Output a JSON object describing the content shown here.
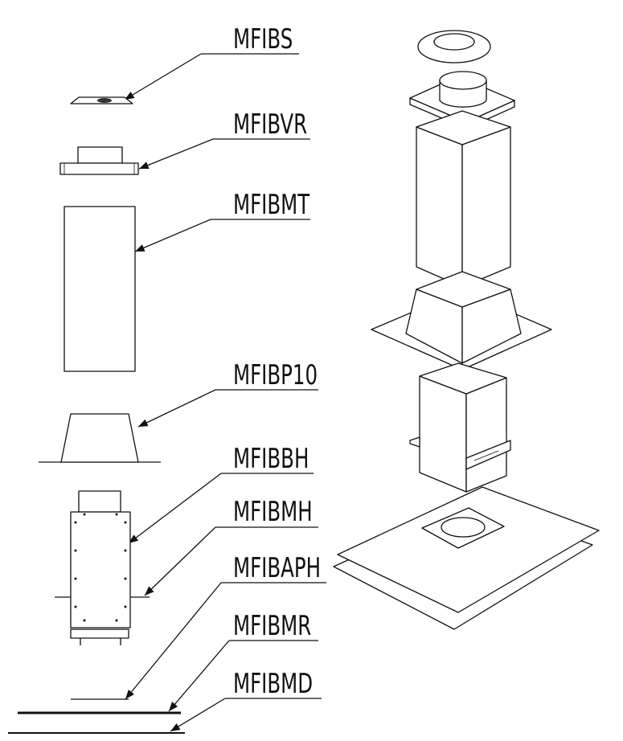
{
  "labels": {
    "mfibs": "MFIBS",
    "mfibvr": "MFIBVR",
    "mfibmt": "MFIBMT",
    "mfibp10": "MFIBP10",
    "mfibbh": "MFIBBH",
    "mfibmh": "MFIBMH",
    "mfibaph": "MFIBAPH",
    "mfibmr": "MFIBMR",
    "mfibmd": "MFIBMD"
  },
  "colors": {
    "line": "#111111",
    "background": "#ffffff"
  }
}
